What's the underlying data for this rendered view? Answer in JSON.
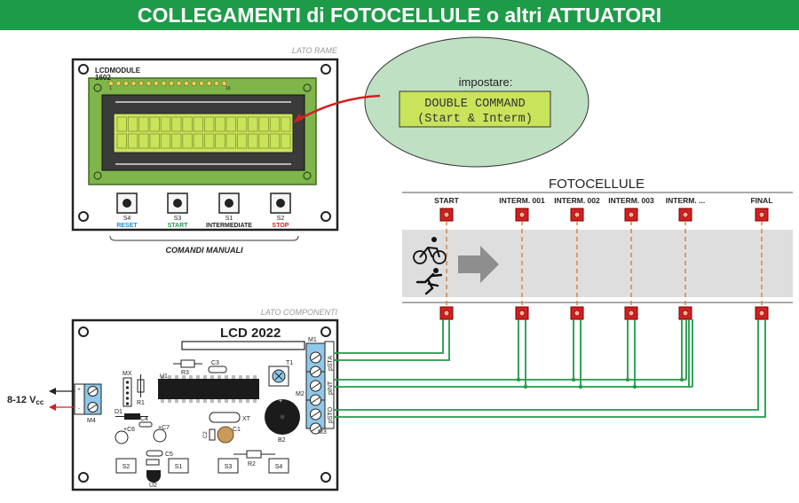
{
  "title": "COLLEGAMENTI di FOTOCELLULE o altri ATTUATORI",
  "copper_side": {
    "label": "LATO RAME",
    "lcd_module_name": "LCDMODULE",
    "lcd_module_model": "1602",
    "pin_1": "1",
    "pin_16": "16",
    "buttons": [
      {
        "id": "S4",
        "function": "RESET",
        "color": "#1f8fd0"
      },
      {
        "id": "S3",
        "function": "START",
        "color": "#1e9b48"
      },
      {
        "id": "S1",
        "function": "INTERMEDIATE",
        "color": "#222222"
      },
      {
        "id": "S2",
        "function": "STOP",
        "color": "#d42020"
      }
    ],
    "manual_commands_label": "COMANDI MANUALI"
  },
  "callout": {
    "heading": "impostare:",
    "line1": "DOUBLE COMMAND",
    "line2": "(Start & Interm)"
  },
  "photocells": {
    "title": "FOTOCELLULE",
    "labels": [
      "START",
      "INTERM. 001",
      "INTERM. 002",
      "INTERM. 003",
      "INTERM. ...",
      "FINAL"
    ]
  },
  "component_side": {
    "label": "LATO COMPONENTI",
    "board_name": "LCD 2022",
    "supply_label": "8-12 Vcc",
    "supply_text": "8-12 V",
    "supply_sub": "cc",
    "supply_pins": "+ -",
    "parts": {
      "u1": "U1",
      "r3": "R3",
      "c3": "C3",
      "t1": "T1",
      "mx": "MX",
      "r1": "R1",
      "m4": "M4",
      "d1": "D1",
      "c4": "C4",
      "c6": "+C6",
      "c7": "+C7",
      "xt": "XT",
      "c2": "C2",
      "c1": "C1",
      "b2": "B2",
      "r2": "R2",
      "c5": "C5",
      "u2": "U2",
      "s2": "S2",
      "s1": "S1",
      "s3": "S3",
      "s4": "S4",
      "m1": "M1",
      "m2": "M2",
      "m3": "M3",
      "psta": "pSTA",
      "pint": "pINT",
      "psto": "pSTO"
    }
  },
  "colors": {
    "banner": "#1e9b48",
    "wire": "#1e9b48",
    "lcd": "#c9e35a",
    "pcb": "#ffffff",
    "terminal": "#8fc8e8",
    "sensor": "#d42020",
    "track": "#dedede",
    "callout_bg": "#bfe0c3",
    "arrow_red": "#d42020"
  }
}
